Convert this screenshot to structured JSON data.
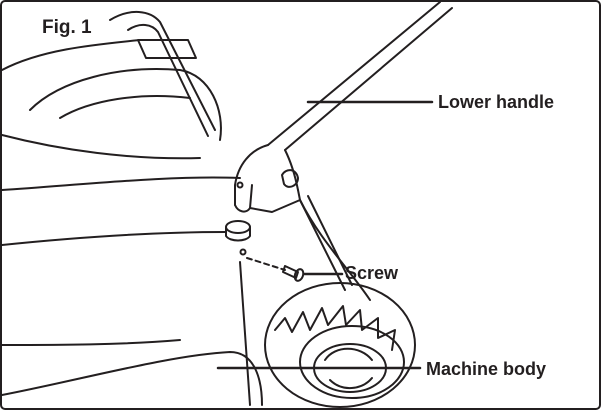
{
  "figure": {
    "title": "Fig. 1"
  },
  "callouts": {
    "lower_handle": "Lower handle",
    "screw": "Screw",
    "machine_body": "Machine body"
  },
  "colors": {
    "line": "#231f20",
    "background": "#ffffff"
  }
}
